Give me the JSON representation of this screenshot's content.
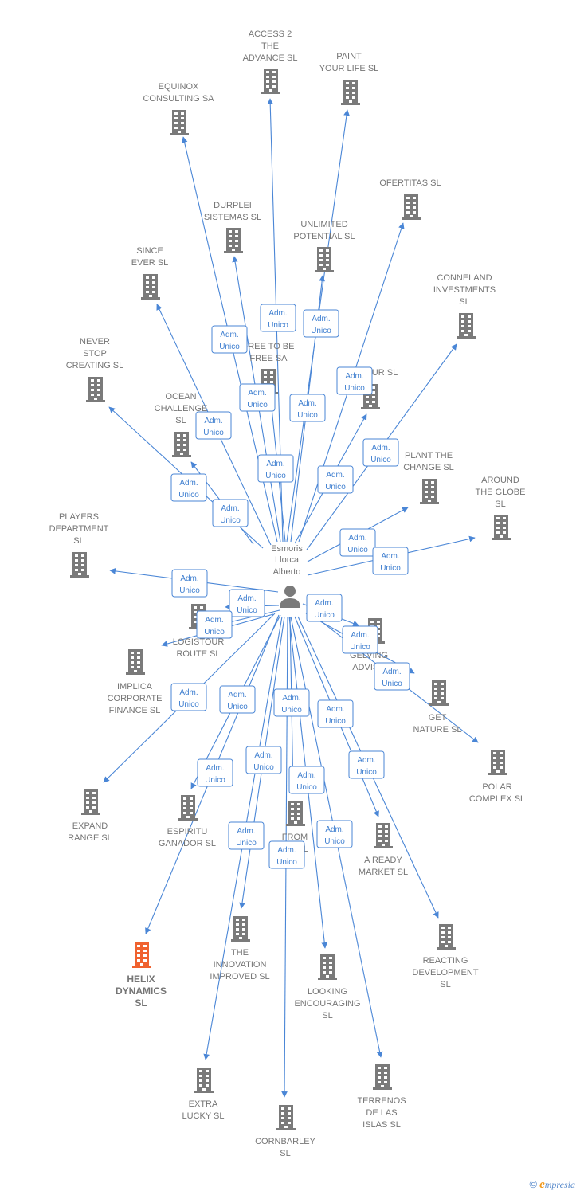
{
  "colors": {
    "edge": "#4a86d6",
    "node": "#7a7a7a",
    "highlight": "#f0622f",
    "label": "#757575"
  },
  "center": {
    "lines": [
      "Esmoris",
      "Llorca",
      "Alberto"
    ],
    "icon": "person-icon"
  },
  "edge_label": [
    "Adm.",
    "Unico"
  ],
  "brand": {
    "copyright": "©",
    "first": "e",
    "rest": "mpresia"
  },
  "companies": [
    {
      "id": "access2",
      "lines": [
        "ACCESS 2",
        "THE",
        "ADVANCE  SL"
      ]
    },
    {
      "id": "paint",
      "lines": [
        "PAINT",
        "YOUR LIFE  SL"
      ]
    },
    {
      "id": "equinox",
      "lines": [
        "EQUINOX",
        "CONSULTING SA"
      ]
    },
    {
      "id": "ofertitas",
      "lines": [
        "OFERTITAS  SL"
      ]
    },
    {
      "id": "durplei",
      "lines": [
        "DURPLEI",
        "SISTEMAS  SL"
      ]
    },
    {
      "id": "unlimited",
      "lines": [
        "UNLIMITED",
        "POTENTIAL  SL"
      ]
    },
    {
      "id": "conneland",
      "lines": [
        "CONNELAND",
        "INVESTMENTS",
        "SL"
      ]
    },
    {
      "id": "since",
      "lines": [
        "SINCE",
        "EVER  SL"
      ]
    },
    {
      "id": "freetobe",
      "lines": [
        "FREE TO BE",
        "FREE SA"
      ]
    },
    {
      "id": "ur",
      "lines": [
        "UR  SL"
      ]
    },
    {
      "id": "never",
      "lines": [
        "NEVER",
        "STOP",
        "CREATING  SL"
      ]
    },
    {
      "id": "ocean",
      "lines": [
        "OCEAN",
        "CHALLENGE",
        "SL"
      ]
    },
    {
      "id": "plant",
      "lines": [
        "PLANT THE",
        "CHANGE  SL"
      ]
    },
    {
      "id": "around",
      "lines": [
        "AROUND",
        "THE GLOBE",
        "SL"
      ]
    },
    {
      "id": "players",
      "lines": [
        "PLAYERS",
        "DEPARTMENT",
        "SL"
      ]
    },
    {
      "id": "logistour",
      "lines": [
        "LOGISTOUR",
        "ROUTE  SL"
      ]
    },
    {
      "id": "gelving",
      "lines": [
        "GELVING",
        "ADVISO"
      ]
    },
    {
      "id": "implica",
      "lines": [
        "IMPLICA",
        "CORPORATE",
        "FINANCE  SL"
      ]
    },
    {
      "id": "getnature",
      "lines": [
        "GET",
        "NATURE  SL"
      ]
    },
    {
      "id": "polar",
      "lines": [
        "POLAR",
        "COMPLEX  SL"
      ]
    },
    {
      "id": "expand",
      "lines": [
        "EXPAND",
        "RANGE  SL"
      ]
    },
    {
      "id": "espiritu",
      "lines": [
        "ESPIRITU",
        "GANADOR SL"
      ]
    },
    {
      "id": "from",
      "lines": [
        "FROM",
        "B      P  SL"
      ]
    },
    {
      "id": "aready",
      "lines": [
        "A READY",
        "MARKET  SL"
      ]
    },
    {
      "id": "helix",
      "lines": [
        "HELIX",
        "DYNAMICS",
        "SL"
      ],
      "highlight": true
    },
    {
      "id": "innovation",
      "lines": [
        "THE",
        "INNOVATION",
        "IMPROVED  SL"
      ]
    },
    {
      "id": "reacting",
      "lines": [
        "REACTING",
        "DEVELOPMENT",
        "SL"
      ]
    },
    {
      "id": "looking",
      "lines": [
        "LOOKING",
        "ENCOURAGING",
        "SL"
      ]
    },
    {
      "id": "extra",
      "lines": [
        "EXTRA",
        "LUCKY  SL"
      ]
    },
    {
      "id": "terrenos",
      "lines": [
        "TERRENOS",
        "DE LAS",
        "ISLAS  SL"
      ]
    },
    {
      "id": "cornbarley",
      "lines": [
        "CORNBARLEY",
        "SL"
      ]
    }
  ]
}
